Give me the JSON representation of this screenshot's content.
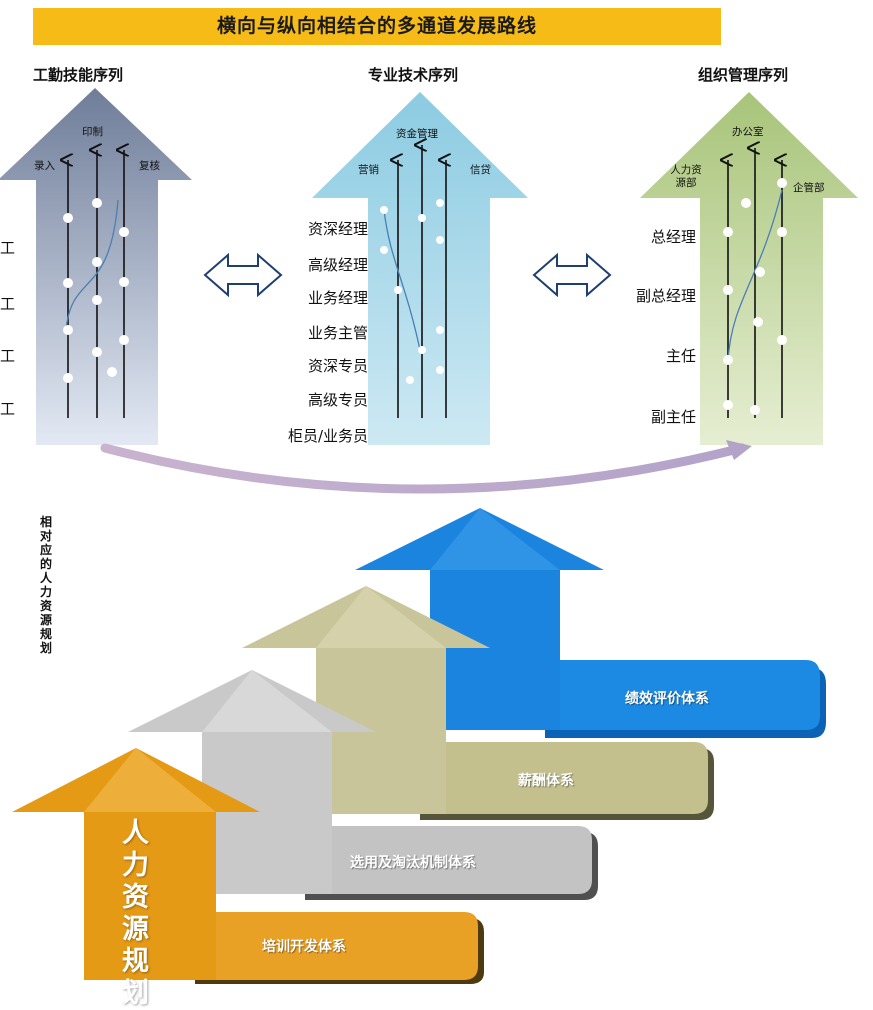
{
  "title": "横向与纵向相结合的多通道发展路线",
  "columns": [
    {
      "heading": "工勤技能序列",
      "top_labels": [
        "录入",
        "印制",
        "复核"
      ],
      "levels": [
        "工",
        "工",
        "工",
        "工"
      ]
    },
    {
      "heading": "专业技术序列",
      "top_labels": [
        "营销",
        "资金管理",
        "信贷"
      ],
      "levels": [
        "资深经理",
        "高级经理",
        "业务经理",
        "业务主管",
        "资深专员",
        "高级专员",
        "柜员/业务员"
      ]
    },
    {
      "heading": "组织管理序列",
      "top_labels": [
        "人力资源部",
        "办公室",
        "企管部"
      ],
      "levels": [
        "总经理",
        "副总经理",
        "主任",
        "副主任"
      ]
    }
  ],
  "side_label": "相对应的人力资源规划",
  "big_arrow_label": "人力资源规划",
  "steps": [
    "培训开发体系",
    "选用及淘汰机制体系",
    "薪酬体系",
    "绩效评价体系"
  ],
  "colors": {
    "title_bar": "#f6bb16",
    "arrow_1": "#7e8aa6",
    "arrow_2": "#8fcbe3",
    "arrow_3": "#a9c47a",
    "step_orange": "#e79a1a",
    "step_gray": "#bdbdbd",
    "step_khaki": "#c4c08e",
    "step_blue": "#1a8ae0"
  }
}
